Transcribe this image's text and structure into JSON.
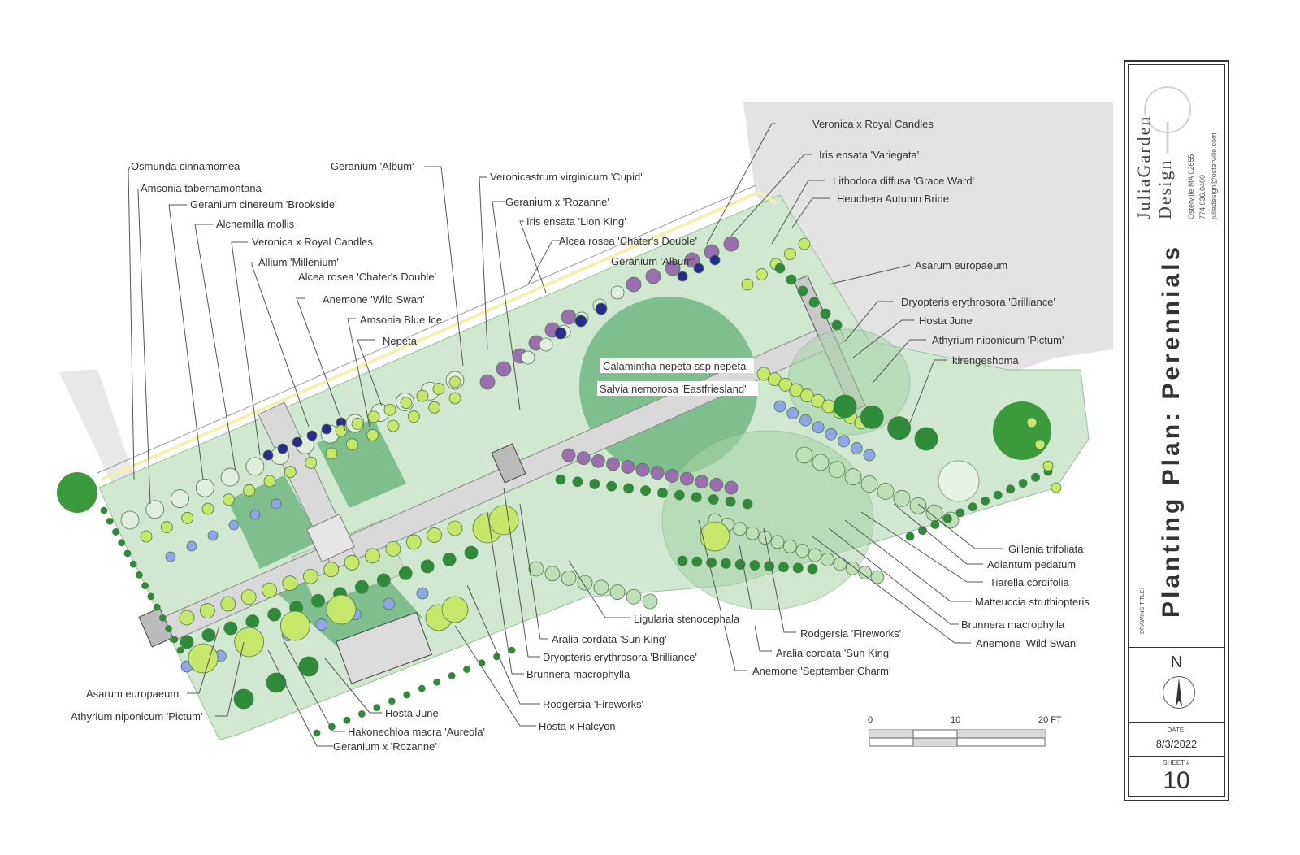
{
  "labels": {
    "osmunda": "Osmunda cinnamomea",
    "amsonia_tab": "Amsonia  tabernamontana",
    "geranium_brookside": "Geranium cinereum 'Brookside'",
    "alchemilla": "Alchemilla mollis",
    "veronica_left": "Veronica x Royal Candles",
    "allium": "Allium 'Millenium'",
    "alcea_left": "Alcea rosea 'Chater's Double'",
    "anemone_swan_left": "Anemone  'Wild Swan'",
    "amsonia_blue": "Amsonia Blue Ice",
    "nepeta": "Nepeta",
    "geranium_album_left": "Geranium  'Album'",
    "veronicastrum": "Veronicastrum virginicum 'Cupid'",
    "geranium_rozanne_top": "Geranium x 'Rozanne'",
    "iris_lion": "Iris ensata 'Lion King'",
    "alcea_top": "Alcea rosea 'Chater's Double'",
    "geranium_album_top": "Geranium  'Album'",
    "calamintha": "Calamintha nepeta  ssp nepeta",
    "salvia": "Salvia nemorosa  'Eastfriesland'",
    "veronica_right": "Veronica x Royal Candles",
    "iris_variegata": "Iris ensata  'Variegata'",
    "lithodora": "Lithodora diffusa 'Grace Ward'",
    "heuchera": "Heuchera Autumn Bride",
    "asarum_right": "Asarum europaeum",
    "dryopteris_right": "Dryopteris erythrosora 'Brilliance'",
    "hosta_june_right": "Hosta June",
    "athyrium_right": "Athyrium niponicum 'Pictum'",
    "kirengeshoma": "kirengeshoma",
    "gillenia": "Gillenia trifoliata",
    "adiantum": "Adiantum pedatum",
    "tiarella": "Tiarella cordifolia",
    "matteuccia": "Matteuccia struthiopteris",
    "brunnera_right": "Brunnera macrophylla",
    "anemone_swan_right": "Anemone  'Wild Swan'",
    "ligularia": "Ligularia stenocephala",
    "rodgersia_mid": "Rodgersia 'Fireworks'",
    "aralia_mid": "Aralia cordata 'Sun King'",
    "anemone_sept": "Anemone 'September Charm'",
    "aralia_low": "Aralia cordata 'Sun King'",
    "dryopteris_low": "Dryopteris erythrosora 'Brilliance'",
    "brunnera_low": "Brunnera macrophylla",
    "rodgersia_low": "Rodgersia 'Fireworks'",
    "hosta_halcyon": "Hosta x Halcyon",
    "asarum_left": "Asarum europaeum",
    "athyrium_left": "Athyrium niponicum 'Pictum'",
    "hosta_june_left": "Hosta June",
    "hakonechloa": "Hakonechloa macra 'Aureola'",
    "geranium_rozanne_bottom": "Geranium x 'Rozanne'"
  },
  "scale_bar": {
    "tick_0": "0",
    "tick_10": "10",
    "tick_20": "20 FT"
  },
  "title_block": {
    "firm_line1": "JuliaGarden",
    "firm_line2": "Design",
    "location": "Osterville MA 02655",
    "phone": "774.836.0400",
    "email": "juliadesign@osterville.com",
    "drawing_title_caption": "DRAWING TITLE:",
    "drawing_title": "Planting Plan: Perennials",
    "north": "N",
    "date_caption": "DATE:",
    "date": "8/3/2022",
    "sheet_caption": "SHEET #",
    "sheet": "10"
  },
  "colors": {
    "lawn": "#cfe8cf",
    "bed": "#b7dcb3",
    "turf_panel": "#7fbf8e",
    "paving": "#d9d9d9",
    "shade_area": "#e3e3e3",
    "plant_dark": "#2e8b3a",
    "plant_light": "#c6e86a",
    "plant_purple": "#9a6fb0",
    "plant_navy": "#2a2a8a",
    "plant_blue": "#8fa6e6"
  }
}
